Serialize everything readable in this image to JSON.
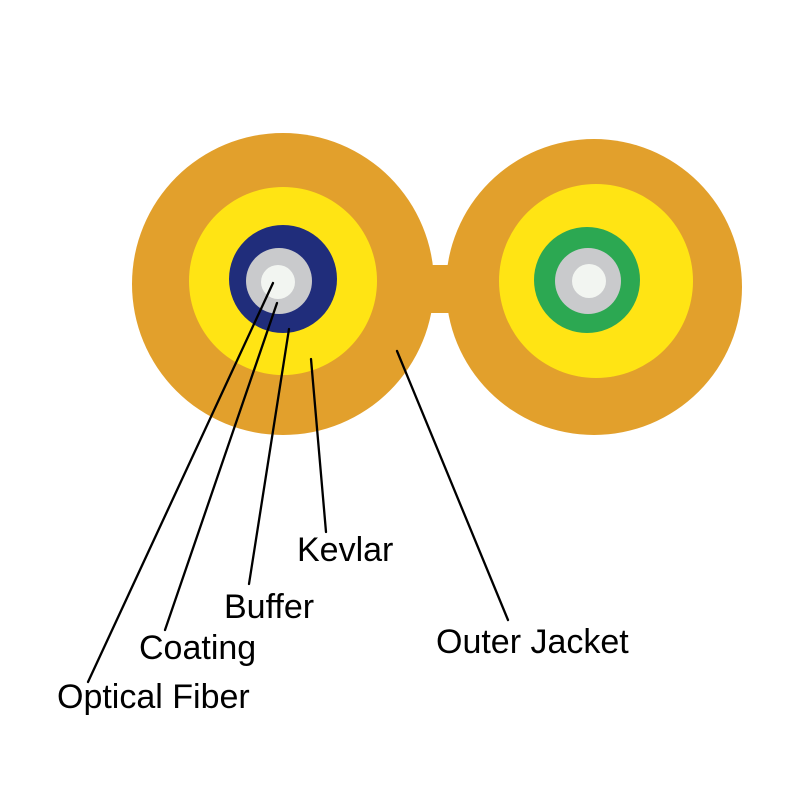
{
  "diagram": {
    "type": "duplex-fiber-optic-cable-cross-section",
    "background": "#FFFFFF",
    "labels": {
      "optical_fiber": "Optical Fiber",
      "coating": "Coating",
      "buffer": "Buffer",
      "kevlar": "Kevlar",
      "outer_jacket": "Outer Jacket"
    },
    "colors": {
      "outer_jacket": "#E2A02C",
      "kevlar_yellow": "#FFE414",
      "buffer_blue": "#202D7B",
      "buffer_green": "#2CA852",
      "coating_gray": "#C9CACC",
      "fiber_white": "#F2F5F1",
      "leader_line": "#000000",
      "label_text": "#000000"
    },
    "layers_outer_to_inner": [
      "Outer Jacket",
      "Kevlar",
      "Buffer",
      "Coating",
      "Optical Fiber"
    ]
  }
}
